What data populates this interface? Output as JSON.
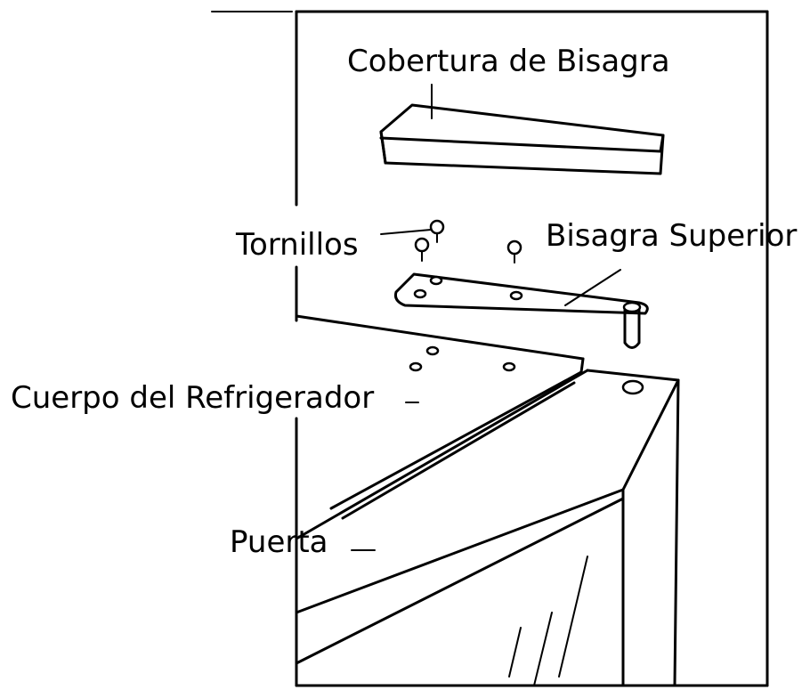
{
  "labels": {
    "hinge_cover": "Cobertura de Bisagra",
    "screws": "Tornillos",
    "top_hinge": "Bisagra Superior",
    "fridge_body": "Cuerpo del Refrigerador",
    "door": "Puerta"
  },
  "colors": {
    "line": "#000000",
    "background": "#ffffff"
  }
}
